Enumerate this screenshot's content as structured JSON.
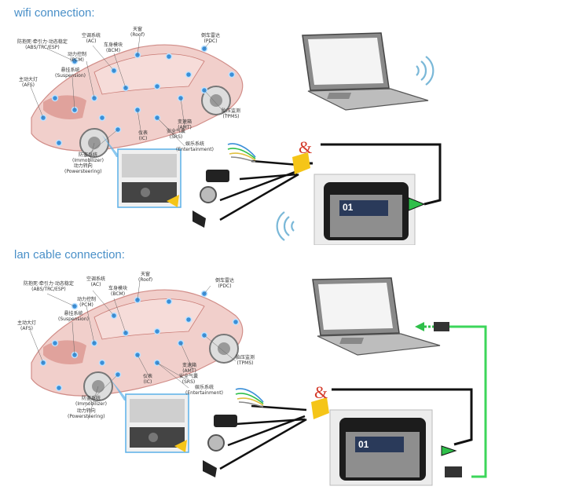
{
  "sections": [
    {
      "title": "wifi connection:",
      "labels": [
        {
          "cn": "防抱死·牵引力·动态稳定",
          "en": "ABS/TRC/ESP"
        },
        {
          "cn": "空调系统",
          "en": "AC"
        },
        {
          "cn": "天窗",
          "en": "Roof"
        },
        {
          "cn": "车身模块",
          "en": "BCM"
        },
        {
          "cn": "倒车雷达",
          "en": "PDC"
        },
        {
          "cn": "动力控制",
          "en": "PCM"
        },
        {
          "cn": "悬挂系统",
          "en": "Suspension"
        },
        {
          "cn": "主动大灯",
          "en": "AFS"
        },
        {
          "cn": "胎压监测",
          "en": "TPMS"
        },
        {
          "cn": "变速箱",
          "en": "AMT"
        },
        {
          "cn": "仪表",
          "en": "IC"
        },
        {
          "cn": "安全气囊",
          "en": "SRS"
        },
        {
          "cn": "娱乐系统",
          "en": "Entertainment"
        },
        {
          "cn": "防盗系统",
          "en": "Immobilizer"
        },
        {
          "cn": "动力转向",
          "en": "Powersteering"
        }
      ],
      "device_label": "01"
    },
    {
      "title": "lan cable connection:",
      "labels": [
        {
          "cn": "防抱死·牵引力·动态稳定",
          "en": "ABS/TRC/ESP"
        },
        {
          "cn": "空调系统",
          "en": "AC"
        },
        {
          "cn": "天窗",
          "en": "Roof"
        },
        {
          "cn": "车身模块",
          "en": "BCM"
        },
        {
          "cn": "倒车雷达",
          "en": "PDC"
        },
        {
          "cn": "动力控制",
          "en": "PCM"
        },
        {
          "cn": "悬挂系统",
          "en": "Suspension"
        },
        {
          "cn": "主动大灯",
          "en": "AFS"
        },
        {
          "cn": "胎压监测",
          "en": "TPMS"
        },
        {
          "cn": "变速箱",
          "en": "AMT"
        },
        {
          "cn": "仪表",
          "en": "IC"
        },
        {
          "cn": "安全气囊",
          "en": "SRS"
        },
        {
          "cn": "娱乐系统",
          "en": "Entertainment"
        },
        {
          "cn": "防盗系统",
          "en": "Immobilizer"
        },
        {
          "cn": "动力转向",
          "en": "Powersteering"
        }
      ],
      "device_label": "01"
    }
  ],
  "ampersand": "&",
  "colors": {
    "title": "#4a90c8",
    "car_body": "#e8b4b0",
    "car_outline": "#c97a74",
    "node": "#3a8fd8",
    "cable_black": "#111111",
    "cable_green": "#3cd65a",
    "arrow_green": "#2fbf4a",
    "connector_yellow": "#f5c518",
    "ampersand": "#d43a2a",
    "wifi": "#7ab8d8"
  }
}
